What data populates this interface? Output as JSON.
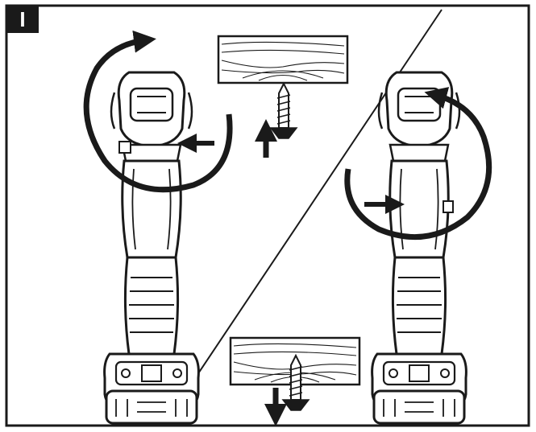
{
  "figure": {
    "step_label": "I",
    "colors": {
      "stroke": "#1a1a1a",
      "badge_bg": "#1a1a1a",
      "badge_text": "#ffffff",
      "background": "#ffffff"
    },
    "panels": [
      {
        "side": "left",
        "rotation_direction": "clockwise",
        "screw_direction": "up-into-wood",
        "icons": [
          "drill-icon",
          "rotation-arrow-icon",
          "direction-switch-arrow-icon",
          "wood-block-icon",
          "screw-icon",
          "push-arrow-icon"
        ]
      },
      {
        "side": "right",
        "rotation_direction": "counterclockwise",
        "screw_direction": "down-out-of-wood",
        "icons": [
          "drill-icon",
          "rotation-arrow-icon",
          "direction-switch-arrow-icon",
          "wood-block-icon",
          "screw-icon",
          "pull-arrow-icon"
        ]
      }
    ]
  }
}
